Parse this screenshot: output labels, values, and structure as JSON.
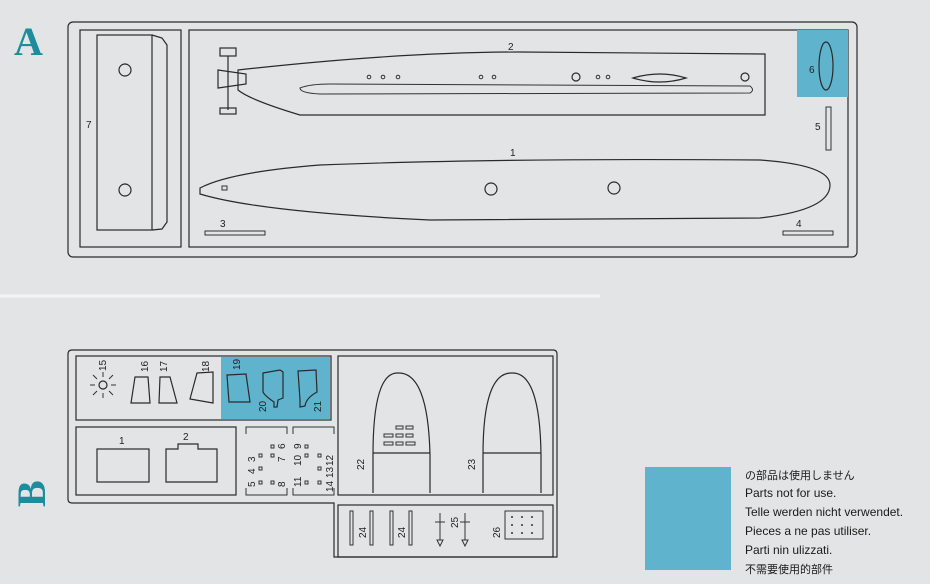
{
  "sheets": {
    "a": {
      "letter": "A",
      "parts": {
        "p1": "1",
        "p2": "2",
        "p3": "3",
        "p4": "4",
        "p5": "5",
        "p6": "6",
        "p7": "7"
      }
    },
    "b": {
      "letter": "B",
      "parts": {
        "p1": "1",
        "p2": "2",
        "p3": "3",
        "p4": "4",
        "p5": "5",
        "p6": "6",
        "p7": "7",
        "p8": "8",
        "p9": "9",
        "p10": "10",
        "p11": "11",
        "p12": "12",
        "p13": "13",
        "p14": "14",
        "p15": "15",
        "p16": "16",
        "p17": "17",
        "p18": "18",
        "p19": "19",
        "p20": "20",
        "p21": "21",
        "p22": "22",
        "p23": "23",
        "p24a": "24",
        "p24b": "24",
        "p25": "25",
        "p26": "26"
      }
    }
  },
  "legend": {
    "color": "#5fb3cd",
    "lines": [
      "の部品は使用しません",
      "Parts not for use.",
      "Telle werden nicht verwendet.",
      "Pieces a ne pas utiliser.",
      "Parti nin ulizzati.",
      "不需要使用的部件"
    ]
  }
}
